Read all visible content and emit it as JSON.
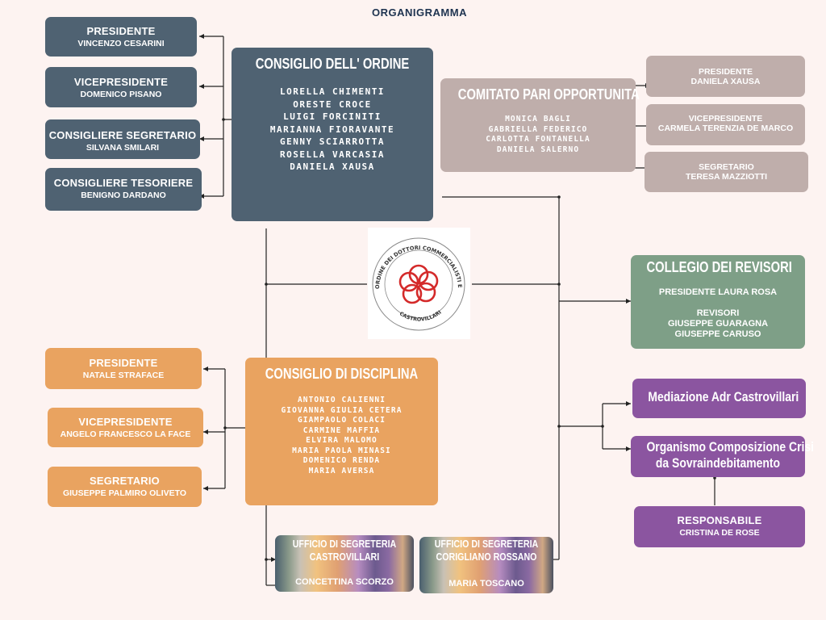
{
  "title": "ORGANIGRAMMA",
  "consiglio_ordine": {
    "title": "CONSIGLIO DELL' ORDINE",
    "members": [
      "LORELLA CHIMENTI",
      "ORESTE  CROCE",
      "LUIGI FORCINITI",
      "MARIANNA FIORAVANTE",
      "GENNY SCIARROTTA",
      "ROSELLA VARCASIA",
      "DANIELA XAUSA"
    ]
  },
  "ordine_roles": [
    {
      "role": "PRESIDENTE",
      "name": "VINCENZO CESARINI"
    },
    {
      "role": "VICEPRESIDENTE",
      "name": "DOMENICO PISANO"
    },
    {
      "role": "CONSIGLIERE SEGRETARIO",
      "name": "SILVANA SMILARI"
    },
    {
      "role": "CONSIGLIERE TESORIERE",
      "name": "BENIGNO DARDANO"
    }
  ],
  "comitato": {
    "title": "COMITATO PARI OPPORTUNITA",
    "members": [
      "MONICA BAGLI",
      "GABRIELLA FEDERICO",
      "CARLOTTA FONTANELLA",
      "DANIELA SALERNO"
    ]
  },
  "comitato_roles": [
    {
      "role": "PRESIDENTE",
      "name": "DANIELA XAUSA"
    },
    {
      "role": "VICEPRESIDENTE",
      "name": "CARMELA TERENZIA DE MARCO"
    },
    {
      "role": "SEGRETARIO",
      "name": "TERESA MAZZIOTTI"
    }
  ],
  "logo": {
    "arc_text": "ORDINE DEI DOTTORI COMMERCIALISTI E DEGLI ESPERTI CONTABILI",
    "city": "CASTROVILLARI"
  },
  "revisori": {
    "title": "COLLEGIO DEI REVISORI",
    "president_line": "PRESIDENTE  LAURA ROSA",
    "revisori_label": "REVISORI",
    "members": [
      "GIUSEPPE  GUARAGNA",
      "GIUSEPPE CARUSO"
    ]
  },
  "disciplina": {
    "title": "CONSIGLIO DI DISCIPLINA",
    "members": [
      "ANTONIO CALIENNI",
      "GIOVANNA GIULIA CETERA",
      "GIAMPAOLO COLACI",
      "CARMINE MAFFIA",
      "ELVIRA  MALOMO",
      "MARIA PAOLA MINASI",
      "DOMENICO RENDA",
      "MARIA AVERSA"
    ]
  },
  "disciplina_roles": [
    {
      "role": "PRESIDENTE",
      "name": "NATALE STRAFACE"
    },
    {
      "role": "VICEPRESIDENTE",
      "name": "ANGELO FRANCESCO LA FACE"
    },
    {
      "role": "SEGRETARIO",
      "name": "GIUSEPPE PALMIRO OLIVETO"
    }
  ],
  "mediazione": {
    "title": "Mediazione Adr Castrovillari"
  },
  "organismo": {
    "title_line1": "Organismo Composizione Crisi",
    "title_line2": "da Sovraindebitamento"
  },
  "responsabile": {
    "role": "RESPONSABILE",
    "name": "CRISTINA DE ROSE"
  },
  "uffici": [
    {
      "title_line1": "UFFICIO DI SEGRETERIA",
      "title_line2": "CASTROVILLARI",
      "name": "CONCETTINA SCORZO"
    },
    {
      "title_line1": "UFFICIO DI SEGRETERIA",
      "title_line2": "CORIGLIANO ROSSANO",
      "name": "MARIA TOSCANO"
    }
  ],
  "colors": {
    "slate": "#4f6272",
    "mauve": "#bfaeab",
    "green": "#7e9f87",
    "orange": "#e9a360",
    "purple": "#8b55a0",
    "logo_red": "#d42a2a",
    "title": "#1e3350"
  }
}
